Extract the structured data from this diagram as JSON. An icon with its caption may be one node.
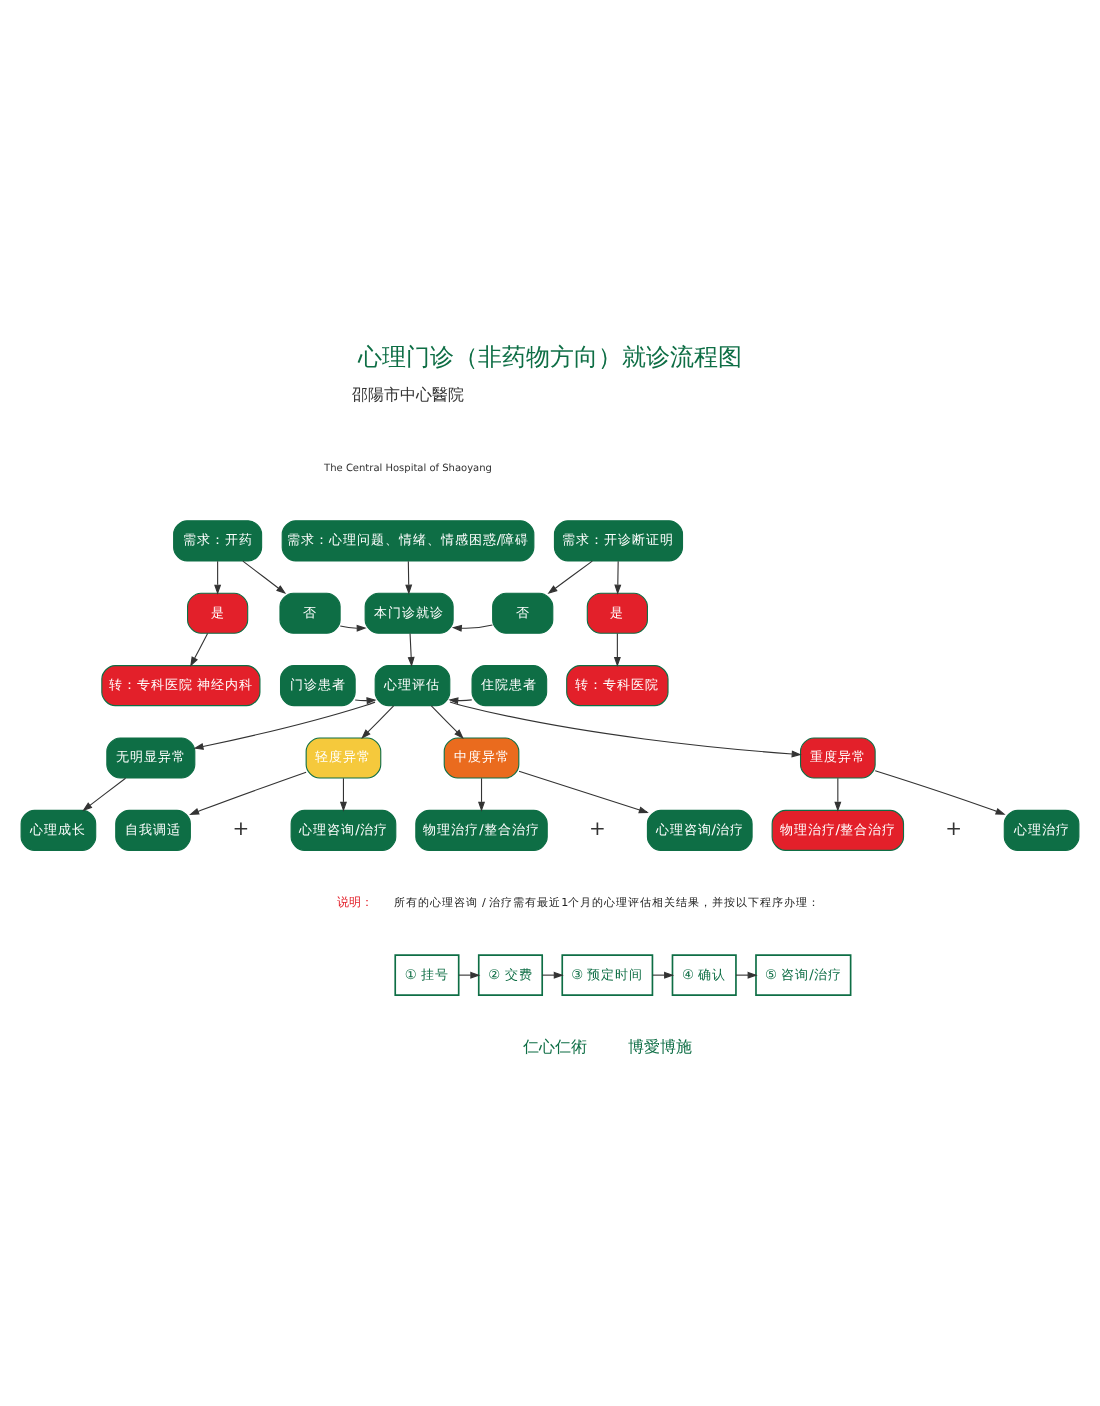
{
  "diagram": {
    "title": "心理门诊（非药物方向）就诊流程图",
    "nodes": [
      {
        "text": [
          "需求：开药"
        ]
      },
      {
        "text": [
          "需求：心理问题、情绪、情感困惑/障碍"
        ]
      },
      {
        "text": [
          "需求：开诊断证明"
        ]
      },
      {
        "text": [
          "是"
        ]
      },
      {
        "text": [
          "否"
        ]
      },
      {
        "text": [
          "本门诊就诊"
        ]
      },
      {
        "text": [
          "否"
        ]
      },
      {
        "text": [
          "是"
        ]
      },
      {
        "text": [
          "转：专科医院 神经内科"
        ]
      },
      {
        "text": [
          "转：专科医院"
        ]
      },
      {
        "text": [
          "门诊患者"
        ]
      },
      {
        "text": [
          "心理评估"
        ]
      },
      {
        "text": [
          "住院患者"
        ]
      },
      {
        "text": [
          "无明显异常"
        ]
      },
      {
        "text": [
          "轻度异常"
        ]
      },
      {
        "text": [
          "中度异常"
        ]
      },
      {
        "text": [
          "重度异常"
        ]
      },
      {
        "text": [
          "心理成长"
        ]
      },
      {
        "text": [
          "自我调适"
        ]
      },
      {
        "text": [
          "心理咨询/治疗"
        ]
      },
      {
        "text": [
          "物理治疗/整合治疗"
        ]
      },
      {
        "text": [
          "心理咨询/治疗"
        ]
      },
      {
        "text": [
          "物理治疗/整合治疗"
        ]
      },
      {
        "text": [
          "心理治疗"
        ]
      },
      {
        "text": [
          "① 挂号"
        ]
      },
      {
        "text": [
          "② 交费"
        ]
      },
      {
        "text": [
          "③ 预定时间"
        ]
      },
      {
        "text": [
          "④ 确认"
        ]
      },
      {
        "text": [
          "⑤ 咨询/治疗"
        ]
      }
    ],
    "edges": [
      {
        "from": 0,
        "to": 3,
        "arrow": "to"
      },
      {
        "from": 0,
        "to": 4,
        "arrow": "to"
      },
      {
        "from": 1,
        "to": 5,
        "arrow": "to"
      },
      {
        "from": 2,
        "to": 6,
        "arrow": "to"
      },
      {
        "from": 2,
        "to": 7,
        "arrow": "to"
      },
      {
        "from": 4,
        "to": 5,
        "arrow": "to"
      },
      {
        "from": 6,
        "to": 5,
        "arrow": "to"
      },
      {
        "from": 3,
        "to": 8,
        "arrow": "to"
      },
      {
        "from": 7,
        "to": 9,
        "arrow": "to"
      },
      {
        "from": 5,
        "to": 11,
        "arrow": "to"
      },
      {
        "from": 10,
        "to": 11,
        "arrow": "to"
      },
      {
        "from": 12,
        "to": 11,
        "arrow": "to"
      },
      {
        "from": 11,
        "to": 13,
        "arrow": "to"
      },
      {
        "from": 11,
        "to": 14,
        "arrow": "to"
      },
      {
        "from": 11,
        "to": 15,
        "arrow": "to"
      },
      {
        "from": 11,
        "to": 16,
        "arrow": "to"
      },
      {
        "from": 13,
        "to": 17,
        "arrow": "to"
      },
      {
        "from": 14,
        "to": 18,
        "arrow": "to"
      },
      {
        "from": 14,
        "to": 19,
        "arrow": "to"
      },
      {
        "from": 15,
        "to": 20,
        "arrow": "to"
      },
      {
        "from": 15,
        "to": 21,
        "arrow": "to"
      },
      {
        "from": 16,
        "to": 22,
        "arrow": "to"
      },
      {
        "from": 16,
        "to": 23,
        "arrow": "to"
      },
      {
        "from": 24,
        "to": 25,
        "arrow": "to"
      },
      {
        "from": 25,
        "to": 26,
        "arrow": "to"
      },
      {
        "from": 26,
        "to": 27,
        "arrow": "to"
      },
      {
        "from": 27,
        "to": 28,
        "arrow": "to"
      }
    ],
    "labels": [
      "邵陽市中心醫院",
      "The Central Hospital of Shaoyang",
      "+",
      "+",
      "+",
      "说明：",
      "所有的心理咨询 / 治疗需有最近1个月的心理评估相关结果，并按以下程序办理：",
      "仁心仁術",
      "博愛博施"
    ]
  }
}
